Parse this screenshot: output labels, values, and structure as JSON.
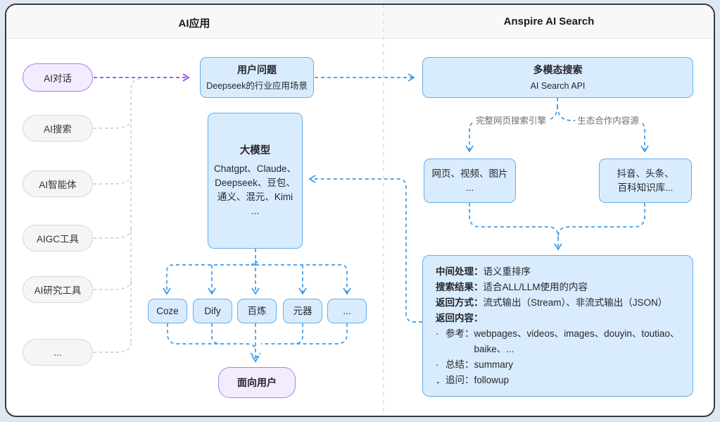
{
  "header": {
    "left_title": "AI应用",
    "right_title": "Anspire AI Search"
  },
  "left_pills": [
    {
      "label": "AI对话"
    },
    {
      "label": "AI搜索"
    },
    {
      "label": "AI智能体"
    },
    {
      "label": "AIGC工具"
    },
    {
      "label": "AI研究工具"
    },
    {
      "label": "..."
    }
  ],
  "user_question": {
    "title": "用户问题",
    "subtitle": "Deepseek的行业应用场景"
  },
  "llm_box": {
    "title": "大模型",
    "lines": [
      "Chatgpt、Claude、",
      "Deepseek、豆包、",
      "通义、混元、Kimi",
      "..."
    ]
  },
  "platforms": [
    "Coze",
    "Dify",
    "百炼",
    "元器",
    "..."
  ],
  "user_facing": {
    "label": "面向用户"
  },
  "search_box": {
    "title": "多模态搜索",
    "subtitle": "AI Search API"
  },
  "branch_labels": {
    "left": "完整网页搜索引擎",
    "right": "生态合作内容源"
  },
  "web_sources": {
    "line1": "网页、视频、图片",
    "line2": "..."
  },
  "eco_sources": {
    "line1": "抖音、头条、",
    "line2": "百科知识库..."
  },
  "result_box": {
    "rows": [
      {
        "label": "中间处理：",
        "value": "语义重排序"
      },
      {
        "label": "搜索结果：",
        "value": "适合ALL/LLM使用的内容"
      },
      {
        "label": "返回方式：",
        "value": "流式输出（Stream）、非流式输出（JSON）"
      },
      {
        "label": "返回内容：",
        "value": ""
      }
    ],
    "bullets": [
      {
        "bullet": "·",
        "label": "参考：",
        "value": "webpages、videos、images、douyin、toutiao、baike、..."
      },
      {
        "bullet": "·",
        "label": "总结：",
        "value": "summary"
      },
      {
        "bullet": "．",
        "label": "追问：",
        "value": "followup"
      }
    ]
  },
  "colors": {
    "canvas_background": "#dfe7f4",
    "panel_border": "#3a3a40",
    "blue_node_fill": "#d9ecfd",
    "blue_node_border": "#64aeea",
    "purple_node_fill": "#f3ecfe",
    "purple_node_border": "#a97cf0",
    "gray_pill_fill": "#f5f5f6",
    "arrow_blue": "#3d9be9",
    "arrow_purple": "#8d4bf0",
    "connector_gray": "#c9c9ce"
  }
}
